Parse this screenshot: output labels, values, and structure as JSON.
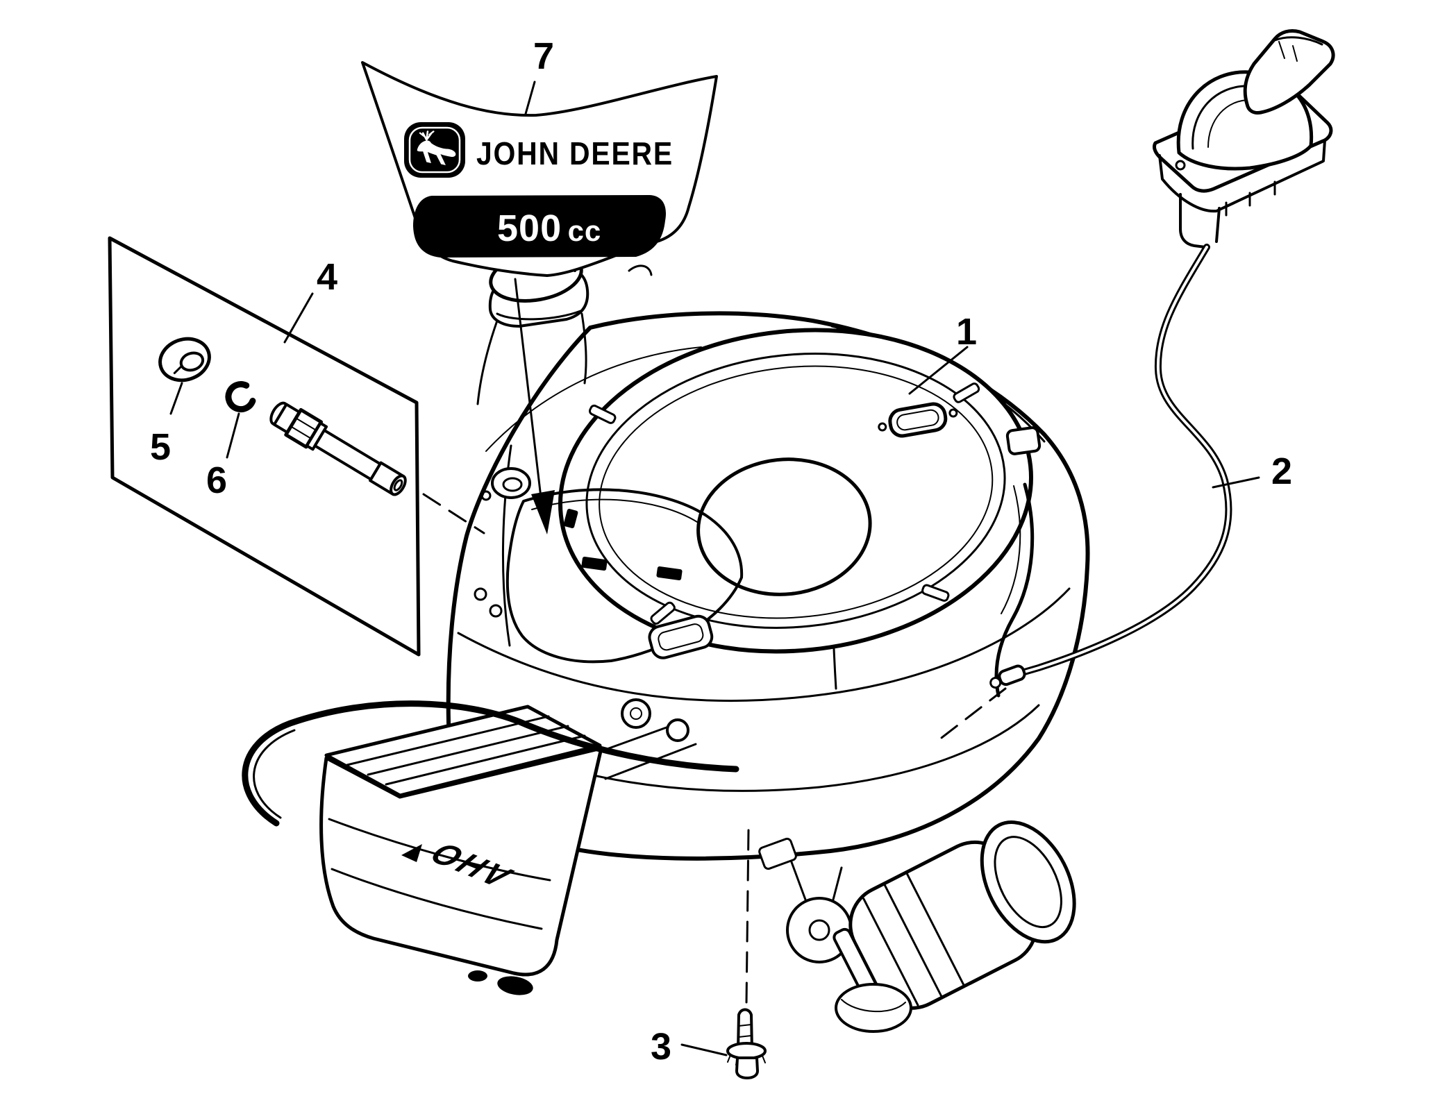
{
  "page": {
    "background": "#ffffff",
    "ink": "#000000"
  },
  "decal": {
    "wordmark": "JOHN DEERE",
    "badge_number": "500",
    "badge_unit": "cc",
    "logo_icon": "leaping-deer-logo"
  },
  "engine": {
    "valve_cover_text": "OHV"
  },
  "callouts": [
    {
      "label": "1"
    },
    {
      "label": "2"
    },
    {
      "label": "3"
    },
    {
      "label": "4"
    },
    {
      "label": "5"
    },
    {
      "label": "6"
    },
    {
      "label": "7"
    }
  ]
}
